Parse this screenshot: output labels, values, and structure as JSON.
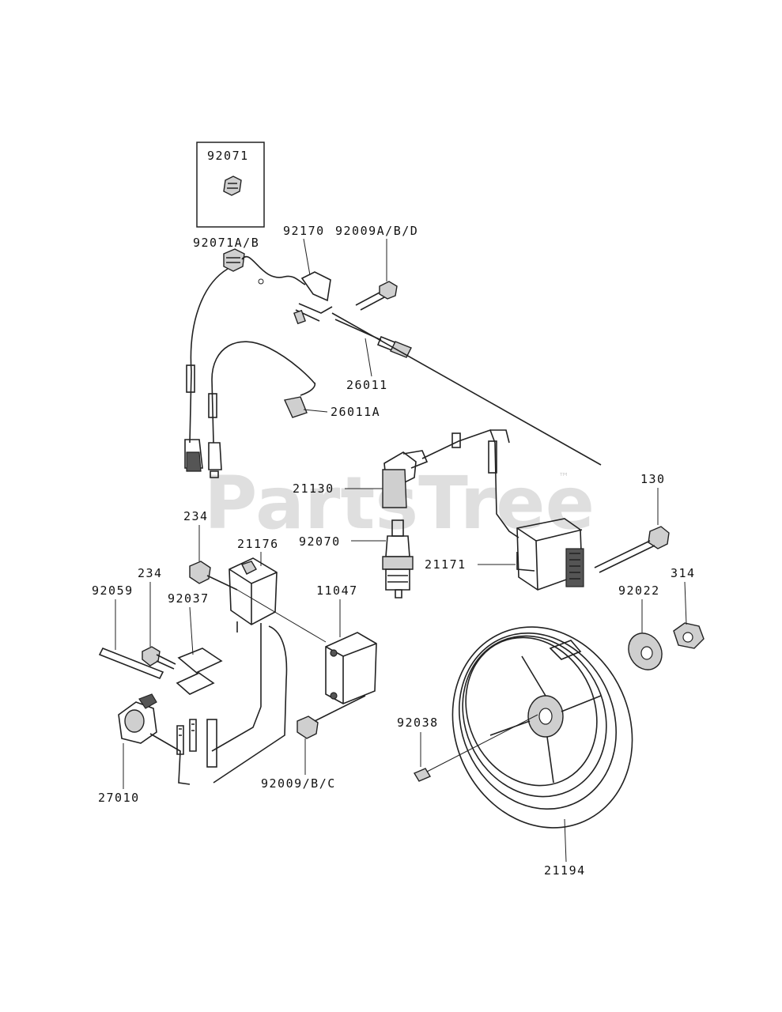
{
  "diagram": {
    "watermark": "PartsTree",
    "watermark_mark": "™",
    "labels": {
      "p92071": "92071",
      "p92071ab": "92071A/B",
      "p92170": "92170",
      "p92009abd": "92009A/B/D",
      "p26011": "26011",
      "p26011a": "26011A",
      "p21130": "21130",
      "p130": "130",
      "p234a": "234",
      "p21176": "21176",
      "p92070": "92070",
      "p21171": "21171",
      "p314": "314",
      "p234b": "234",
      "p92059": "92059",
      "p92037": "92037",
      "p11047": "11047",
      "p92022": "92022",
      "p92038": "92038",
      "p92009bc": "92009/B/C",
      "p27010": "27010",
      "p21194": "21194"
    }
  }
}
